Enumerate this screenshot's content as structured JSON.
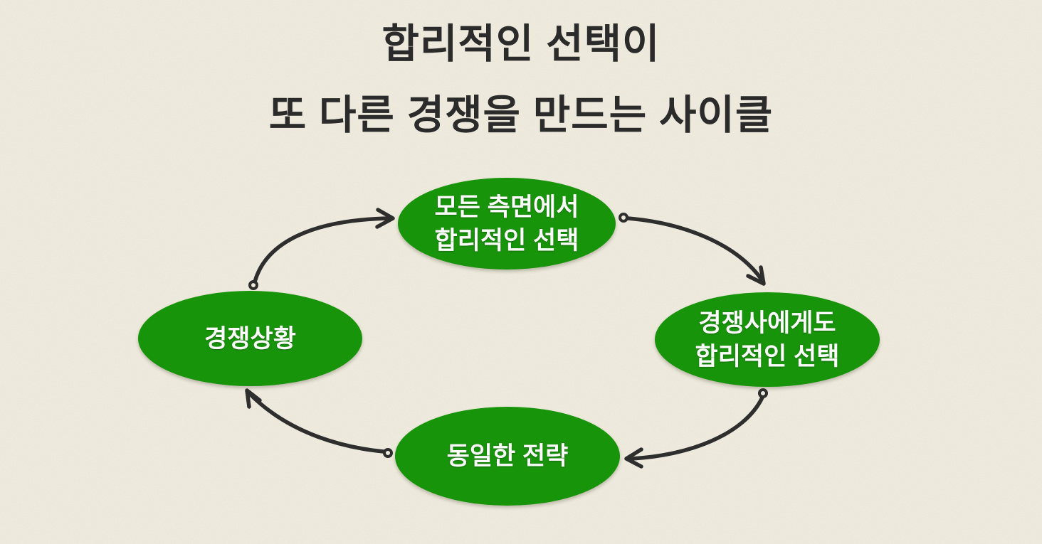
{
  "title": {
    "line1": "합리적인 선택이",
    "line2": "또 다른 경쟁을 만드는 사이클"
  },
  "diagram": {
    "type": "cycle",
    "nodes": [
      {
        "id": "top",
        "label": "모든 측면에서\n합리적인 선택"
      },
      {
        "id": "right",
        "label": "경쟁사에게도\n합리적인 선택"
      },
      {
        "id": "bottom",
        "label": "동일한 전략"
      },
      {
        "id": "left",
        "label": "경쟁상황"
      }
    ],
    "edges": [
      {
        "from": "left",
        "to": "top"
      },
      {
        "from": "top",
        "to": "right"
      },
      {
        "from": "right",
        "to": "bottom"
      },
      {
        "from": "bottom",
        "to": "left"
      }
    ]
  },
  "colors": {
    "background": "#f0ecdf",
    "node_fill": "#18940b",
    "node_text": "#ffffff",
    "arrow": "#2e2e2e",
    "title_text": "#2b2b2b"
  }
}
